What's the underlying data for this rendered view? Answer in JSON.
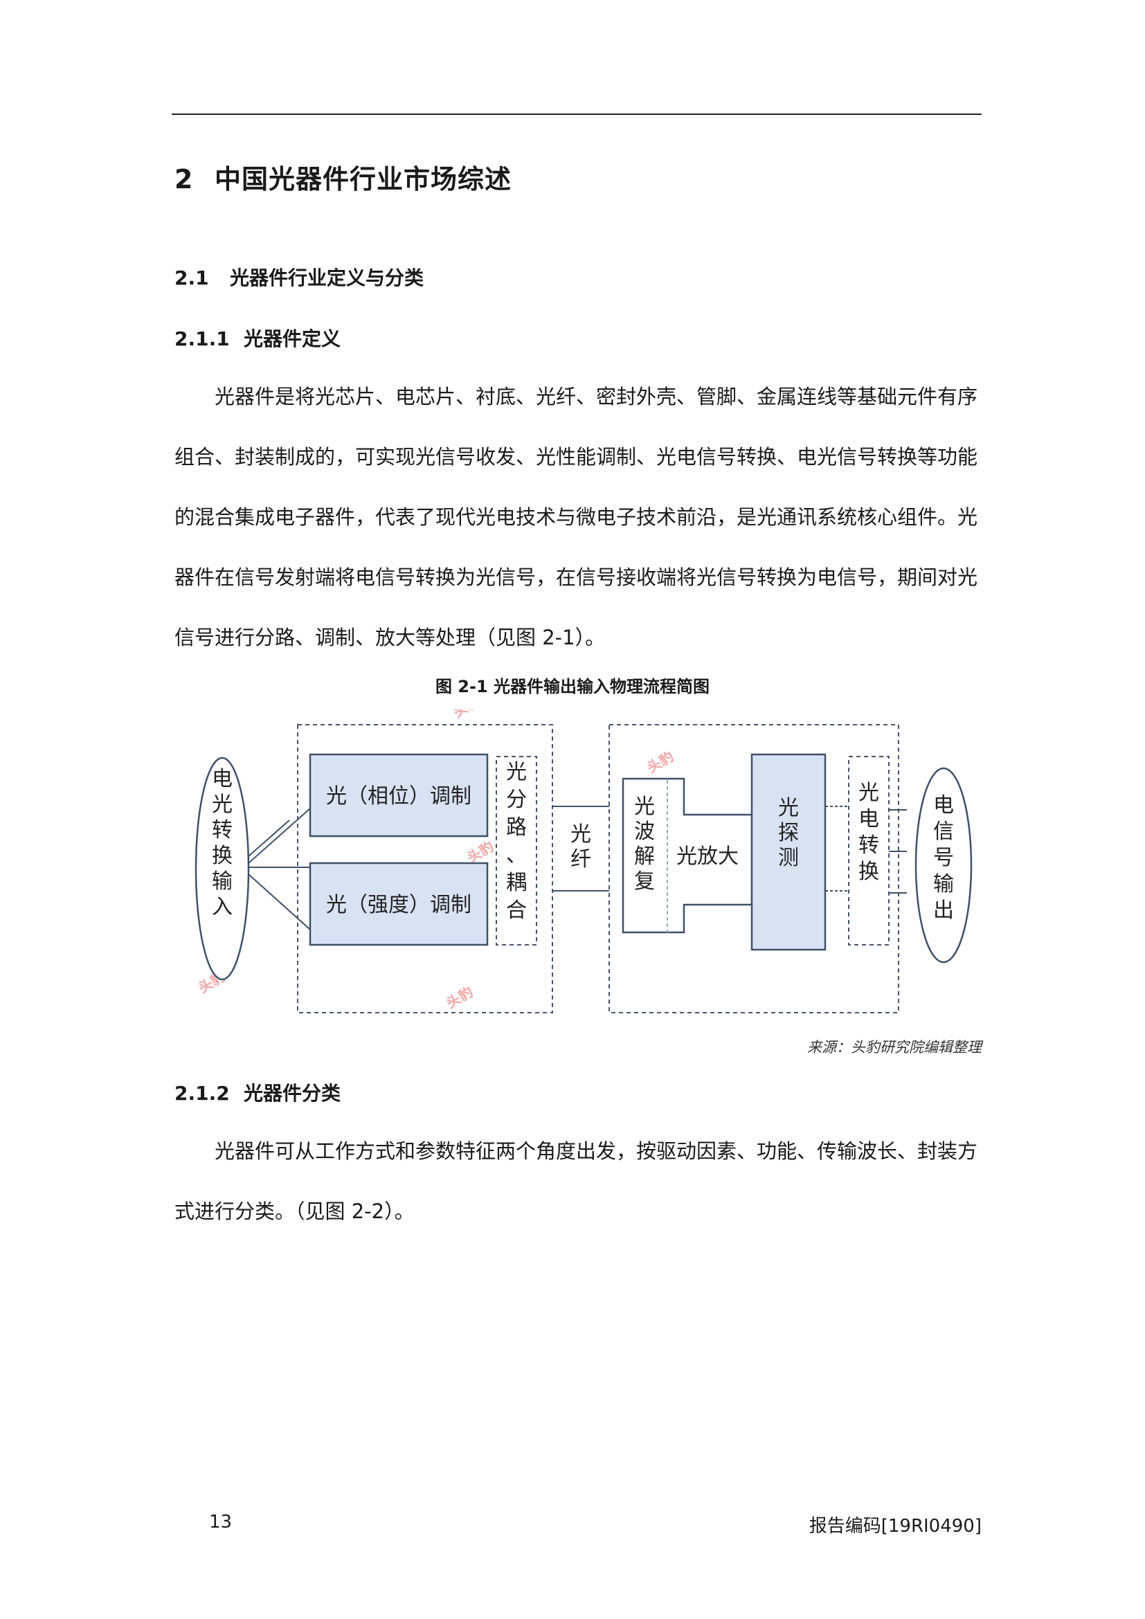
{
  "heading1": {
    "number": "2",
    "title": "中国光器件行业市场综述"
  },
  "heading2": {
    "number": "2.1",
    "title": "光器件行业定义与分类"
  },
  "section1": {
    "number": "2.1.1",
    "title": "光器件定义",
    "lines": [
      "光器件是将光芯片、电芯片、衬底、光纤、密封外壳、管脚、金属连线等基础元件有序",
      "组合、封装制成的，可实现光信号收发、光性能调制、光电信号转换、电光信号转换等功能",
      "的混合集成电子器件，代表了现代光电技术与微电子技术前沿，是光通讯系统核心组件。光",
      "器件在信号发射端将电信号转换为光信号，在信号接收端将光信号转换为电信号，期间对光",
      "信号进行分路、调制、放大等处理（见图 2-1）。"
    ]
  },
  "figure": {
    "caption": "图 2-1 光器件输出输入物理流程简图",
    "source": "来源：头豹研究院编辑整理",
    "nodes": {
      "input": [
        "电",
        "光",
        "转",
        "换",
        "输",
        "入"
      ],
      "phase": "光（相位）调制",
      "intensity": "光（强度）调制",
      "split": [
        "光",
        "分",
        "路",
        "、",
        "耦",
        "合"
      ],
      "fiber": [
        "光",
        "纤"
      ],
      "demux": [
        "光",
        "波",
        "解",
        "复"
      ],
      "amp": "光放大",
      "detect": [
        "光",
        "探",
        "测"
      ],
      "oe": [
        "光",
        "电",
        "转",
        "换"
      ],
      "output": [
        "电",
        "信",
        "号",
        "输",
        "出"
      ]
    },
    "watermark": "头豹",
    "colors": {
      "box_fill": "#d9e2f3",
      "box_stroke": "#3d5168",
      "dash": "#44546a",
      "watermark": "#f1a6a6"
    }
  },
  "section2": {
    "number": "2.1.2",
    "title": "光器件分类",
    "lines": [
      "光器件可从工作方式和参数特征两个角度出发，按驱动因素、功能、传输波长、封装方",
      "式进行分类。（见图 2-2）。"
    ]
  },
  "footer": {
    "page": "13",
    "report_code": "报告编码[19RI0490]"
  }
}
